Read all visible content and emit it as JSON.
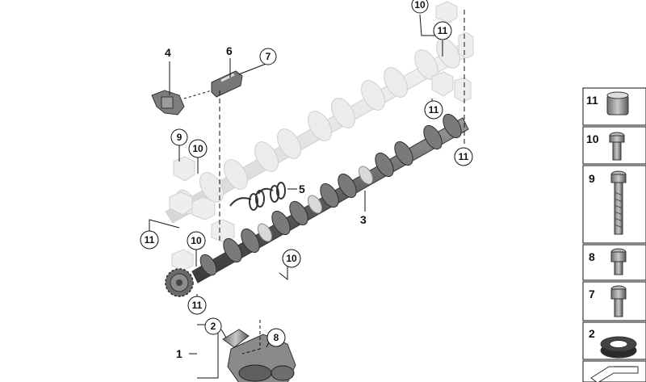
{
  "callouts": {
    "c4": "4",
    "c6": "6",
    "c7": "7",
    "c9": "9",
    "c10a": "10",
    "c10top": "10",
    "c11top": "11",
    "c11b": "11",
    "c11c": "11",
    "c5": "5",
    "c3": "3",
    "c11d": "11",
    "c10b": "10",
    "c10c": "10",
    "c11e": "11",
    "c2": "2",
    "c1": "1",
    "c8": "8"
  },
  "sidebar": {
    "items": [
      {
        "label": "11"
      },
      {
        "label": "10"
      },
      {
        "label": "9"
      },
      {
        "label": "8"
      },
      {
        "label": "7"
      },
      {
        "label": "2"
      }
    ]
  },
  "colors": {
    "line": "#111111",
    "part_dark": "#5a5a5a",
    "part_light": "#e6e6e6"
  }
}
